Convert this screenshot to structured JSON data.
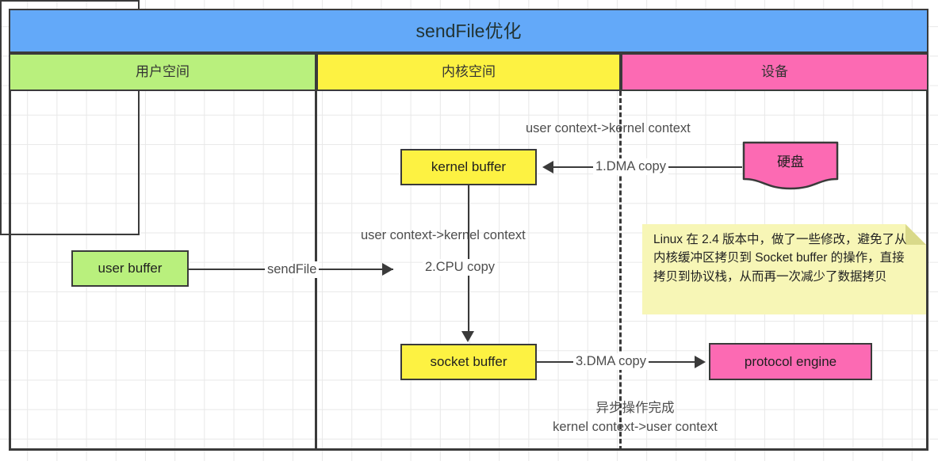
{
  "diagram": {
    "title": "sendFile优化",
    "lanes": [
      {
        "key": "user",
        "label": "用户空间",
        "color": "#b9f07d"
      },
      {
        "key": "kernel",
        "label": "内核空间",
        "color": "#fdf242"
      },
      {
        "key": "device",
        "label": "设备",
        "color": "#fc6ab3"
      }
    ],
    "nodes": {
      "user_buffer": "user buffer",
      "kernel_buffer": "kernel buffer",
      "socket_buffer": "socket buffer",
      "protocol_engine": "protocol engine",
      "hard_disk": "硬盘"
    },
    "edge_labels": {
      "sendfile": "sendFile",
      "dma_copy_1": "1.DMA copy",
      "cpu_copy_2": "2.CPU copy",
      "dma_copy_3": "3.DMA copy"
    },
    "annotations": {
      "context_switch_top": "user context->kernel context",
      "context_switch_mid": "user context->kernel context",
      "async_done_line1": "异步操作完成",
      "async_done_line2": "kernel context->user context"
    },
    "note": {
      "text": "Linux 在 2.4 版本中，做了一些修改，避免了从内核缓冲区拷贝到 Socket buffer 的操作，直接拷贝到协议栈，从而再一次减少了数据拷贝",
      "color": "#f7f6b6"
    },
    "colors": {
      "title_bar": "#63a9f9",
      "user_space": "#b9f07d",
      "kernel_space": "#fdf242",
      "device_space": "#fc6ab3",
      "stroke": "#3a3a3a",
      "grid": "#e8e8e8"
    }
  }
}
